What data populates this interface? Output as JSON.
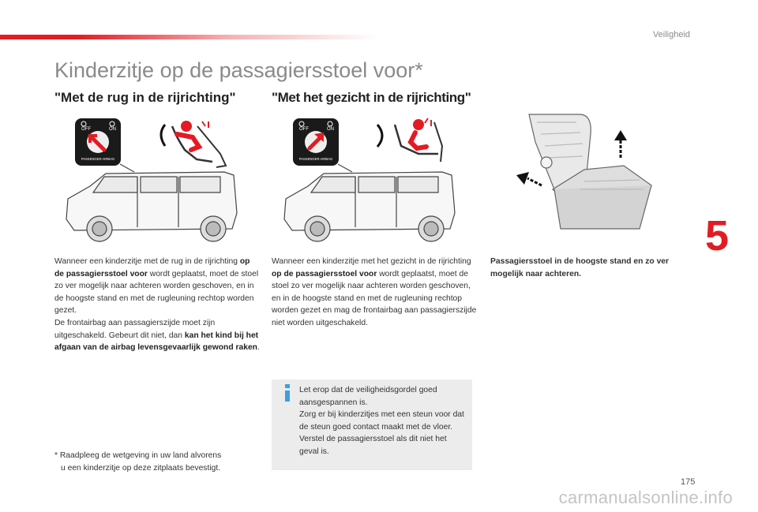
{
  "header": {
    "section": "Veiligheid",
    "chapter": "5"
  },
  "title": "Kinderzitje op de passagiersstoel voor*",
  "left_column": {
    "heading": "\"Met de rug in de rijrichting\"",
    "airbag_label_off": "OFF",
    "airbag_label_on": "ON",
    "airbag_label_text": "PASSENGER AIRBAG",
    "p1_a": "Wanneer een kinderzitje met de rug in de rijrichting ",
    "p1_b": "op de passagiersstoel voor",
    "p1_c": " wordt geplaatst, moet de stoel zo ver mogelijk naar achteren worden geschoven, en in de hoogste stand en met de rugleuning rechtop worden gezet.",
    "p2_a": "De frontairbag aan passagierszijde moet zijn uitgeschakeld. Gebeurt dit niet, dan ",
    "p2_b": "kan het kind bij het afgaan van de airbag levensgevaarlijk gewond raken",
    "p2_c": ".",
    "footnote_line1": "* Raadpleeg de wetgeving in uw land alvorens",
    "footnote_line2": "u een kinderzitje op deze zitplaats bevestigt."
  },
  "middle_column": {
    "heading": "\"Met het gezicht in de rijrichting\"",
    "airbag_label_off": "OFF",
    "airbag_label_on": "ON",
    "airbag_label_text": "PASSENGER AIRBAG",
    "p1_a": "Wanneer een kinderzitje met het gezicht in de rijrichting ",
    "p1_b": "op de passagiersstoel voor",
    "p1_c": " wordt geplaatst, moet de stoel zo ver mogelijk naar achteren worden geschoven, en in de hoogste stand en met de rugleuning rechtop worden gezet en mag de frontairbag aan passagierszijde niet worden uitgeschakeld.",
    "info_icon": "info-icon",
    "info_text_1": "Let erop dat de veiligheidsgordel goed aansgespannen is.",
    "info_text_2": "Zorg er bij kinderzitjes met een steun voor dat de steun goed contact maakt met de vloer. Verstel de passagiersstoel als dit niet het geval is."
  },
  "right_column": {
    "caption": "Passagiersstoel in de hoogste stand en zo ver mogelijk naar achteren."
  },
  "footer": {
    "page_number": "175",
    "watermark": "carmanualsonline.info"
  },
  "colors": {
    "accent": "#e31b23",
    "info_blue": "#3aa0e0",
    "title_gray": "#8a8a8a"
  }
}
